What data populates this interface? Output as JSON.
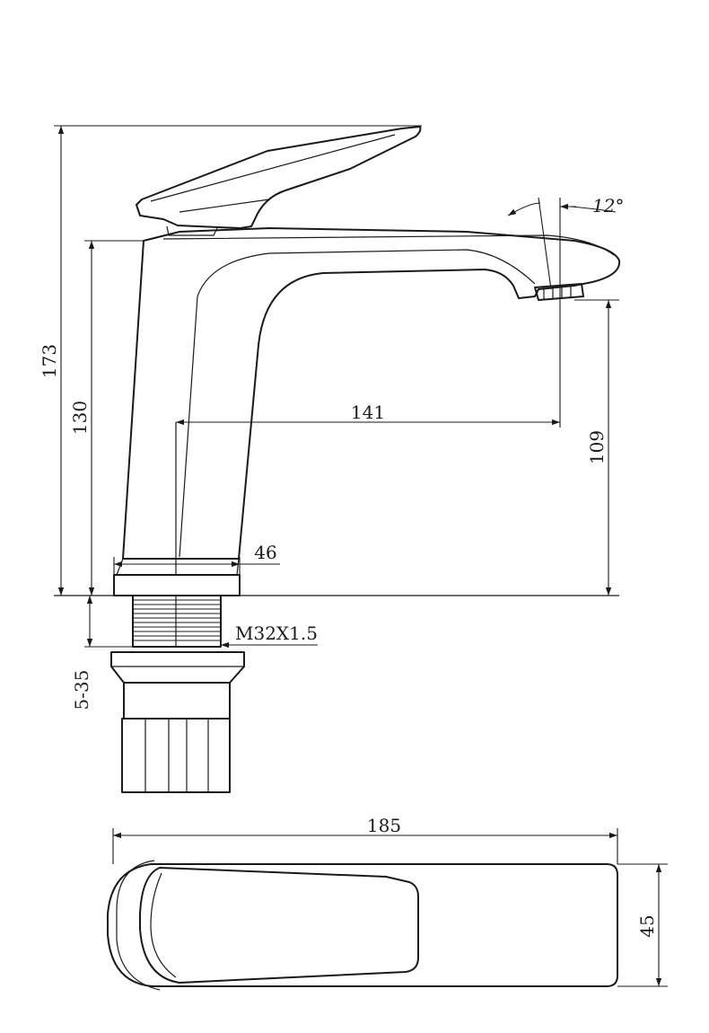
{
  "dimensions": {
    "overall_height": "173",
    "body_height": "130",
    "reach": "141",
    "spout_height": "109",
    "base_diameter": "46",
    "thread": "M32X1.5",
    "deck_range": "5-35",
    "angle": "12°",
    "top_length": "185",
    "top_width": "45"
  },
  "style": {
    "line_color": "#1a1a1a",
    "background": "#ffffff"
  }
}
